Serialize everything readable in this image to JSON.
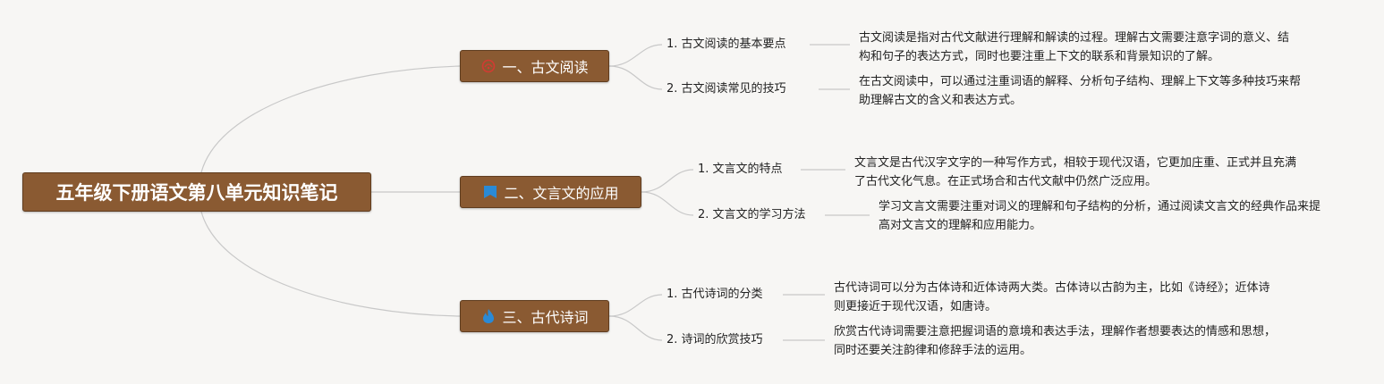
{
  "root": {
    "title": "五年级下册语文第八单元知识笔记"
  },
  "branches": [
    {
      "icon": "red-ring-icon",
      "label": "一、古文阅读",
      "items": [
        {
          "title": "1. 古文阅读的基本要点",
          "desc": "古文阅读是指对古代文献进行理解和解读的过程。理解古文需要注意字词的意义、结构和句子的表达方式，同时也要注重上下文的联系和背景知识的了解。"
        },
        {
          "title": "2. 古文阅读常见的技巧",
          "desc": "在古文阅读中，可以通过注重词语的解释、分析句子结构、理解上下文等多种技巧来帮助理解古文的含义和表达方式。"
        }
      ]
    },
    {
      "icon": "blue-flag-icon",
      "label": "二、文言文的应用",
      "items": [
        {
          "title": "1. 文言文的特点",
          "desc": "文言文是古代汉字文字的一种写作方式，相较于现代汉语，它更加庄重、正式并且充满了古代文化气息。在正式场合和古代文献中仍然广泛应用。"
        },
        {
          "title": "2. 文言文的学习方法",
          "desc": "学习文言文需要注重对词义的理解和句子结构的分析，通过阅读文言文的经典作品来提高对文言文的理解和应用能力。"
        }
      ]
    },
    {
      "icon": "blue-flame-icon",
      "label": "三、古代诗词",
      "items": [
        {
          "title": "1. 古代诗词的分类",
          "desc": "古代诗词可以分为古体诗和近体诗两大类。古体诗以古韵为主，比如《诗经》；近体诗则更接近于现代汉语，如唐诗。"
        },
        {
          "title": "2. 诗词的欣赏技巧",
          "desc": "欣赏古代诗词需要注意把握词语的意境和表达手法，理解作者想要表达的情感和思想，同时还要关注韵律和修辞手法的运用。"
        }
      ]
    }
  ],
  "colors": {
    "node": "#8a5a32",
    "line": "#c8c8c8",
    "bg": "#f7f6f4",
    "ring": "#d23b32",
    "flag": "#2a8ad6",
    "flame": "#2a8ad6"
  }
}
